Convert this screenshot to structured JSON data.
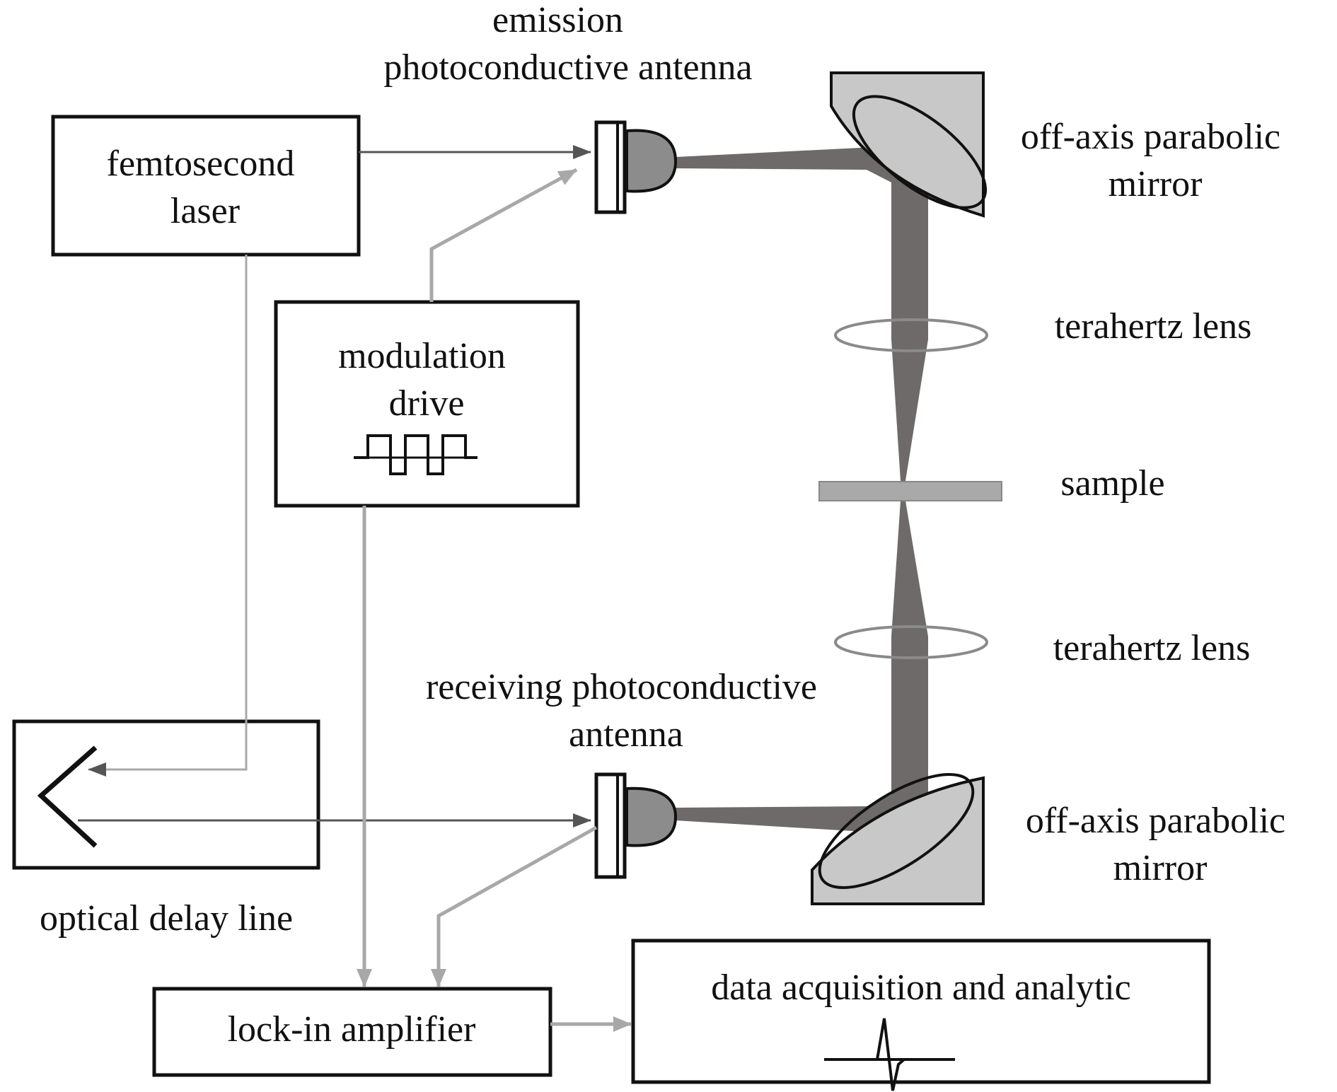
{
  "labels": {
    "emission_antenna": [
      "emission",
      "photoconductive antenna"
    ],
    "femtosecond_laser": [
      "femtosecond",
      "laser"
    ],
    "off_axis_mirror_top": [
      "off-axis parabolic",
      "mirror"
    ],
    "terahertz_lens_top": "terahertz lens",
    "modulation_drive": [
      "modulation",
      "drive"
    ],
    "sample": "sample",
    "terahertz_lens_bottom": "terahertz lens",
    "receiving_antenna": [
      "receiving photoconductive",
      "antenna"
    ],
    "off_axis_mirror_bottom": [
      "off-axis parabolic",
      "mirror"
    ],
    "optical_delay_line": "optical delay line",
    "lock_in_amplifier": "lock-in amplifier",
    "data_acquisition": "data acquisition and analytic"
  },
  "colors": {
    "box_stroke": "#111111",
    "optical_beam": "#5a5a5a",
    "signal_line": "#a8a8a8",
    "thz_beam": "#6e6a6a",
    "mirror_fill": "#c8c8c8",
    "sample_fill": "#a9a9a9",
    "lens_stroke": "#8a8a8a",
    "antenna_fill": "#8c8c8c"
  }
}
